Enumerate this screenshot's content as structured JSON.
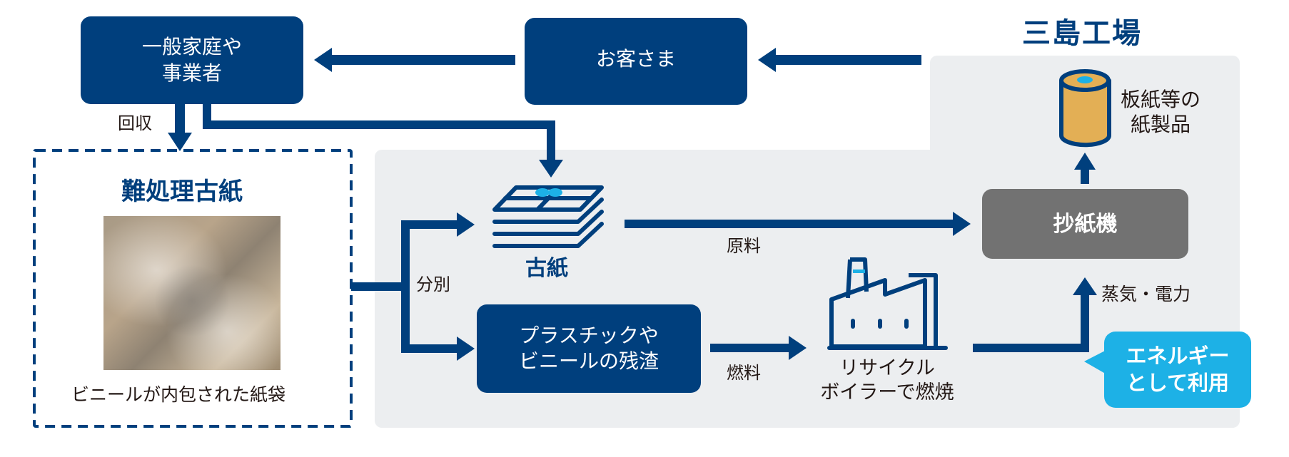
{
  "colors": {
    "navy": "#003F7D",
    "panel_gray": "#ECEEF0",
    "machine_gray": "#727272",
    "accent_cyan": "#1DB1E6",
    "roll_tan": "#E3AF55",
    "text_dark": "#231815"
  },
  "factory": {
    "title": "三島工場"
  },
  "nodes": {
    "households": {
      "line1": "一般家庭や",
      "line2": "事業者"
    },
    "customers": {
      "label": "お客さま"
    },
    "hard_paper": {
      "title": "難処理古紙",
      "photo_alt": "ビニールが内包された紙袋の写真",
      "caption": "ビニールが内包された紙袋"
    },
    "waste_paper": {
      "label": "古紙",
      "icon": "paper-stack-icon"
    },
    "residue": {
      "line1": "プラスチックや",
      "line2": "ビニールの残渣"
    },
    "paper_machine": {
      "label": "抄紙機"
    },
    "boiler": {
      "line1": "リサイクル",
      "line2": "ボイラーで燃焼",
      "icon": "factory-icon"
    },
    "products": {
      "line1": "板紙等の",
      "line2": "紙製品",
      "icon": "paper-roll-icon"
    }
  },
  "edge_labels": {
    "collection": "回収",
    "sorting": "分別",
    "raw_material": "原料",
    "fuel": "燃料",
    "steam_power": "蒸気・電力"
  },
  "callout": {
    "line1": "エネルギー",
    "line2": "として利用"
  }
}
